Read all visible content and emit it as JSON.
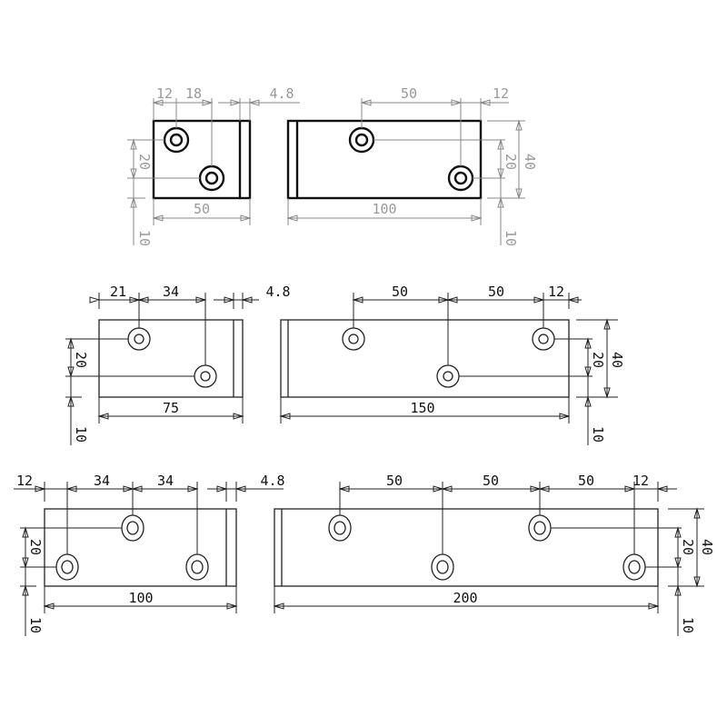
{
  "drawings": [
    {
      "name": "small-plate-set",
      "labels": {
        "d1": "12",
        "d2": "18",
        "d3": "4.8",
        "d4": "50",
        "d5": "12",
        "w_left": "50",
        "w_right": "100",
        "v20_left": "20",
        "v10_left": "10",
        "v20_right": "20",
        "v40_right": "40",
        "v10_right": "10"
      }
    },
    {
      "name": "medium-plate-set",
      "labels": {
        "d1": "21",
        "d2": "34",
        "d3": "4.8",
        "d4": "50",
        "d5": "50",
        "d6": "12",
        "w_left": "75",
        "w_right": "150",
        "v20_left": "20",
        "v10_left": "10",
        "v20_right": "20",
        "v40_right": "40",
        "v10_right": "10"
      }
    },
    {
      "name": "large-plate-set",
      "labels": {
        "d1": "12",
        "d2": "34",
        "d3": "34",
        "d4": "4.8",
        "d5": "50",
        "d6": "50",
        "d7": "50",
        "d8": "12",
        "w_left": "100",
        "w_right": "200",
        "v20_left": "20",
        "v10_left": "10",
        "v20_right": "20",
        "v40_right": "40",
        "v10_right": "10"
      }
    }
  ]
}
